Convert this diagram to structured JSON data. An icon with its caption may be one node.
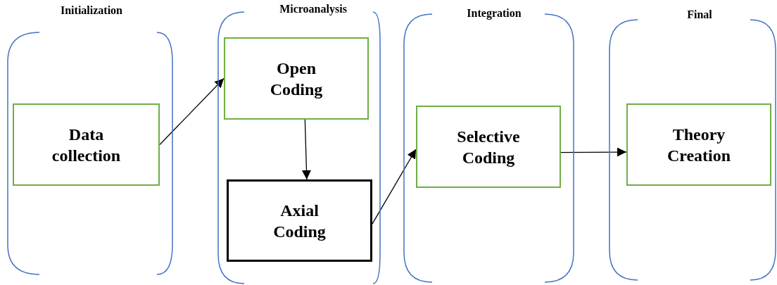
{
  "diagram": {
    "nodes": [
      {
        "text": [
          "Initialization"
        ]
      },
      {
        "text": [
          "Data collection"
        ],
        "in": 0
      },
      {
        "text": [
          "Microanalysis"
        ]
      },
      {
        "text": [
          "Open Coding"
        ],
        "in": 2
      },
      {
        "text": [
          "Axial Coding"
        ],
        "in": 2
      },
      {
        "text": [
          "Integration"
        ]
      },
      {
        "text": [
          "Selective Coding"
        ],
        "in": 5
      },
      {
        "text": [
          "Final"
        ]
      },
      {
        "text": [
          "Theory Creation"
        ],
        "in": 7
      }
    ],
    "edges": [
      {
        "from": 1,
        "to": 3,
        "arrow": "to"
      },
      {
        "from": 3,
        "to": 4,
        "arrow": "to"
      },
      {
        "from": 4,
        "to": 6,
        "arrow": "to"
      },
      {
        "from": 6,
        "to": 8,
        "arrow": "to"
      }
    ]
  }
}
